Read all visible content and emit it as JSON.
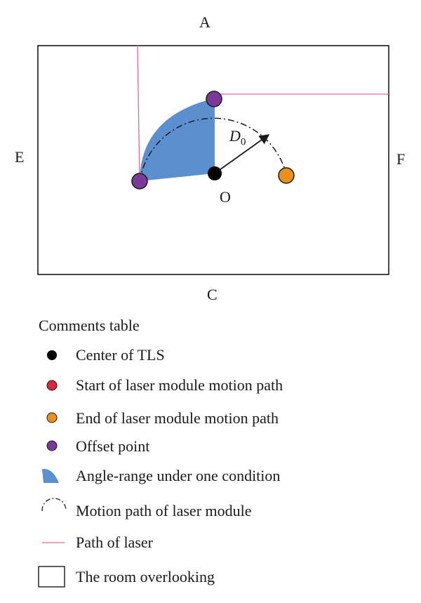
{
  "labels": {
    "top": "A",
    "bottom": "C",
    "left": "E",
    "right": "F",
    "center": "O",
    "radius_symbol": "D",
    "radius_subscript": "0"
  },
  "comments_title": "Comments table",
  "legend": [
    {
      "key": "center",
      "text": "Center of TLS",
      "color": "#000000"
    },
    {
      "key": "start",
      "text": "Start of laser module motion path",
      "color": "#d42a3c"
    },
    {
      "key": "end",
      "text": "End of laser module motion path",
      "color": "#e8901e"
    },
    {
      "key": "offset",
      "text": "Offset point",
      "color": "#7b3a98"
    },
    {
      "key": "angle-range",
      "text": "Angle-range under one condition",
      "color": "#5b8fd0"
    },
    {
      "key": "motion-path",
      "text": "Motion path of laser module",
      "color": "#000000"
    },
    {
      "key": "laser-path",
      "text": "Path of laser",
      "color": "#e56b8a"
    },
    {
      "key": "room",
      "text": "The room overlooking",
      "color": "#000000"
    }
  ]
}
